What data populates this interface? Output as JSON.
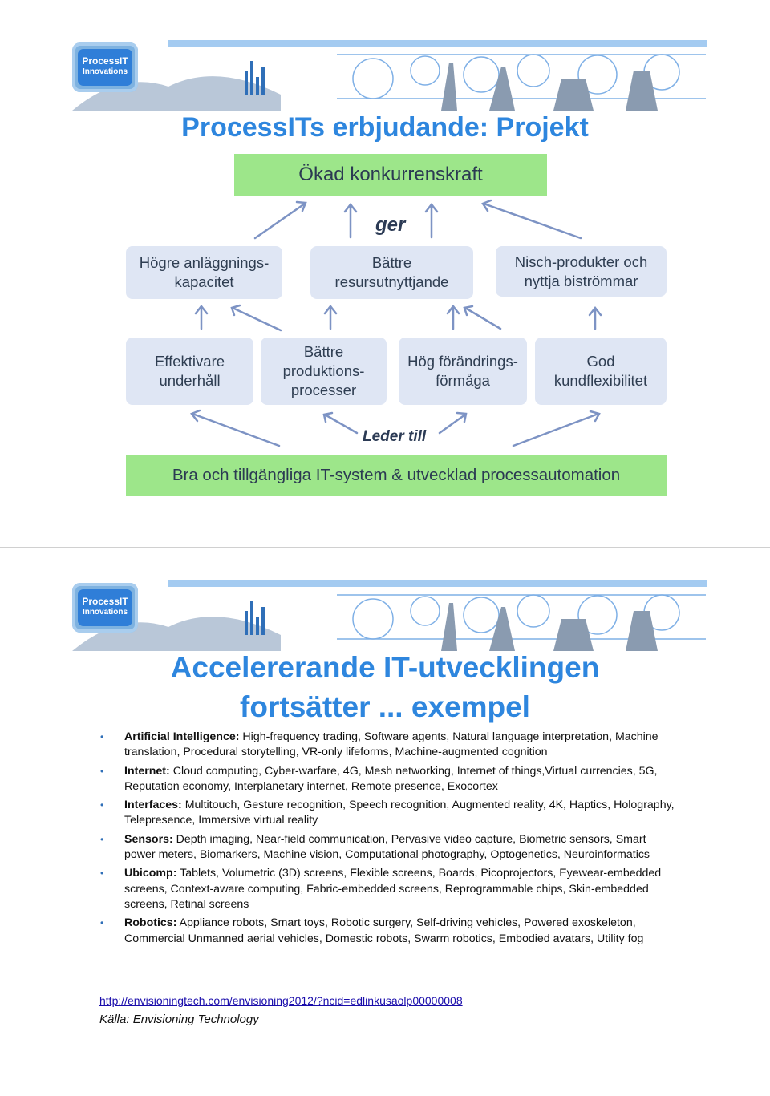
{
  "logo": {
    "line1": "ProcessIT",
    "line2": "Innovations"
  },
  "slide1": {
    "title": "ProcessITs erbjudande: Projekt",
    "top_box": "Ökad konkurrenskraft",
    "connector_top": "ger",
    "outcomes": [
      "Högre anläggnings-kapacitet",
      "Bättre resursutnyttjande",
      "Nisch-produkter och nyttja biströmmar"
    ],
    "drivers": [
      "Effektivare underhåll",
      "Bättre produktions-processer",
      "Hög förändrings-förmåga",
      "God kundflexibilitet"
    ],
    "connector_bottom": "Leder till",
    "bottom_box": "Bra och tillgängliga IT-system & utvecklad processautomation"
  },
  "slide2": {
    "title_line1": "Accelererande IT-utvecklingen",
    "title_line2": "fortsätter ... exempel",
    "bullets": [
      {
        "category": "Artificial Intelligence:",
        "text": " High-frequency trading, Software agents, Natural language interpretation, Machine translation, Procedural storytelling, VR-only lifeforms, Machine-augmented cognition"
      },
      {
        "category": "Internet:",
        "text": " Cloud computing, Cyber-warfare, 4G, Mesh networking,  Internet of things,Virtual currencies, 5G, Reputation economy, Interplanetary internet, Remote presence, Exocortex"
      },
      {
        "category": "Interfaces:",
        "text": " Multitouch, Gesture recognition, Speech recognition, Augmented reality, 4K, Haptics, Holography, Telepresence, Immersive virtual reality"
      },
      {
        "category": "Sensors:",
        "text": " Depth imaging, Near-field communication, Pervasive video capture, Biometric sensors, Smart power meters, Biomarkers, Machine vision, Computational photography, Optogenetics, Neuroinformatics"
      },
      {
        "category": "Ubicomp:",
        "text": " Tablets, Volumetric (3D) screens, Flexible screens, Boards, Picoprojectors, Eyewear-embedded screens, Context-aware computing, Fabric-embedded screens, Reprogrammable chips, Skin-embedded screens, Retinal screens"
      },
      {
        "category": "Robotics:",
        "text": " Appliance robots, Smart toys, Robotic surgery, Self-driving vehicles, Powered exoskeleton, Commercial Unmanned aerial vehicles, Domestic robots, Swarm robotics, Embodied avatars, Utility fog"
      }
    ],
    "link": "http://envisioningtech.com/envisioning2012/?ncid=edlinkusaolp00000008",
    "source": "Källa: Envisioning Technology"
  },
  "colors": {
    "title": "#2e86de",
    "box": "#dfe6f4",
    "green": "#9de68a",
    "arrow": "#7d93c4"
  }
}
